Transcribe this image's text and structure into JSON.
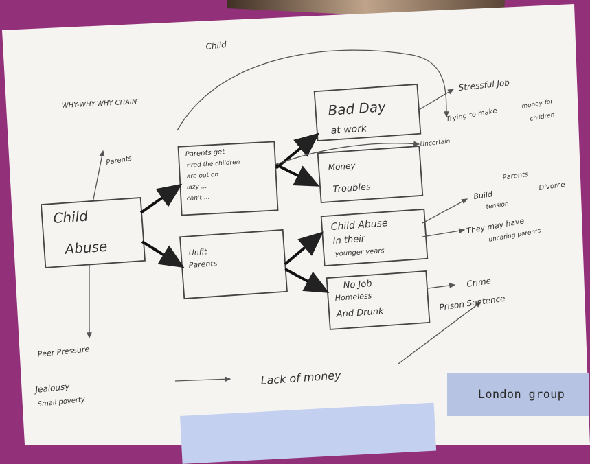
{
  "caption": "London group",
  "diagram": {
    "title": "WHY-WHY-WHY CHAIN",
    "center": [
      "Child",
      "Abuse"
    ],
    "nodes": {
      "parents_get": [
        "Parents get",
        "tired the children",
        "are out on",
        "lazy ...",
        "can't ..."
      ],
      "unfit_parents": [
        "Unfit",
        "Parents"
      ],
      "bad_day": [
        "Bad Day",
        "at work"
      ],
      "money_troubles": [
        "Money",
        "Troubles"
      ],
      "child_abuse_younger": [
        "Child Abuse",
        "In their",
        "younger years"
      ],
      "no_job": [
        "No Job",
        "Homeless",
        "And Drunk"
      ]
    },
    "annotations": {
      "stressful_job": "Stressful Job",
      "trying_money": [
        "Trying to make",
        "money for",
        "children"
      ],
      "uncertain": "Uncertain",
      "parents": "Parents",
      "parents_divorce": [
        "Parents",
        "Divorce"
      ],
      "build_up": [
        "Build",
        "tension"
      ],
      "may_have_parents": [
        "They may have",
        "uncaring parents"
      ],
      "crime": "Crime",
      "prison_sentence": "Prison Sentence",
      "peer_pressure": [
        "Peer Pressure",
        "Jealousy",
        "Small poverty"
      ],
      "lack_of_money": "Lack of money",
      "child_top": "Child"
    }
  }
}
